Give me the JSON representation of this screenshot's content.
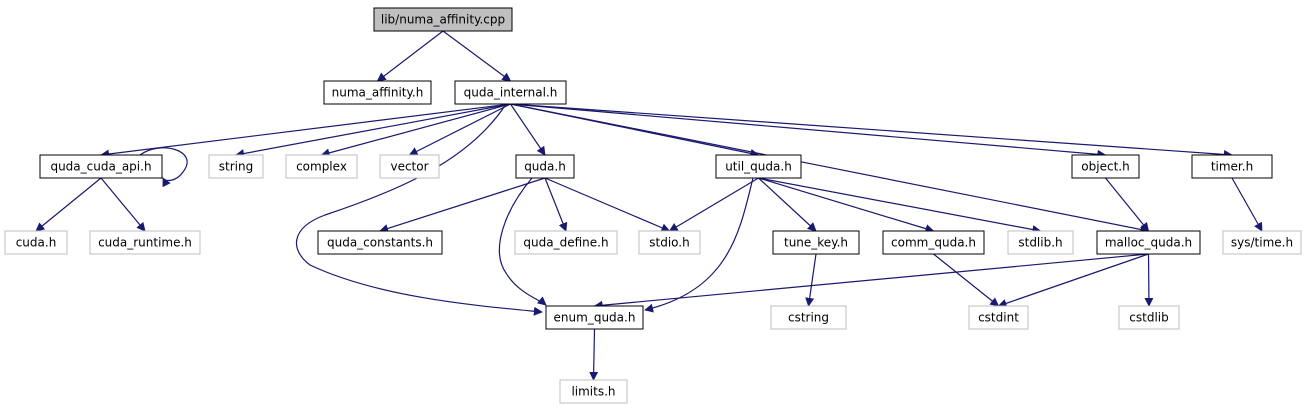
{
  "colors": {
    "edge": "#191970",
    "root_fill": "#bfbfbf",
    "node_border": "#000000",
    "external_border": "#bfbfbf",
    "node_text": "#000000"
  },
  "nodes": [
    {
      "id": "n0",
      "label": "lib/numa_affinity.cpp",
      "kind": "root"
    },
    {
      "id": "n1",
      "label": "numa_affinity.h",
      "kind": "local"
    },
    {
      "id": "n2",
      "label": "quda_internal.h",
      "kind": "local"
    },
    {
      "id": "n3",
      "label": "quda_cuda_api.h",
      "kind": "local"
    },
    {
      "id": "n4",
      "label": "string",
      "kind": "external"
    },
    {
      "id": "n5",
      "label": "complex",
      "kind": "external"
    },
    {
      "id": "n6",
      "label": "vector",
      "kind": "external"
    },
    {
      "id": "n7",
      "label": "quda.h",
      "kind": "local"
    },
    {
      "id": "n8",
      "label": "util_quda.h",
      "kind": "local"
    },
    {
      "id": "n9",
      "label": "object.h",
      "kind": "local"
    },
    {
      "id": "n10",
      "label": "timer.h",
      "kind": "local"
    },
    {
      "id": "n11",
      "label": "cuda.h",
      "kind": "external"
    },
    {
      "id": "n12",
      "label": "cuda_runtime.h",
      "kind": "external"
    },
    {
      "id": "n13",
      "label": "quda_constants.h",
      "kind": "local"
    },
    {
      "id": "n14",
      "label": "quda_define.h",
      "kind": "external"
    },
    {
      "id": "n15",
      "label": "stdio.h",
      "kind": "external"
    },
    {
      "id": "n16",
      "label": "tune_key.h",
      "kind": "local"
    },
    {
      "id": "n17",
      "label": "comm_quda.h",
      "kind": "local"
    },
    {
      "id": "n18",
      "label": "stdlib.h",
      "kind": "external"
    },
    {
      "id": "n19",
      "label": "malloc_quda.h",
      "kind": "local"
    },
    {
      "id": "n20",
      "label": "sys/time.h",
      "kind": "external"
    },
    {
      "id": "n21",
      "label": "enum_quda.h",
      "kind": "local"
    },
    {
      "id": "n22",
      "label": "cstring",
      "kind": "external"
    },
    {
      "id": "n23",
      "label": "cstdint",
      "kind": "external"
    },
    {
      "id": "n24",
      "label": "cstdlib",
      "kind": "external"
    },
    {
      "id": "n25",
      "label": "limits.h",
      "kind": "external"
    }
  ],
  "edges": [
    [
      "n0",
      "n1"
    ],
    [
      "n0",
      "n2"
    ],
    [
      "n2",
      "n3"
    ],
    [
      "n2",
      "n4"
    ],
    [
      "n2",
      "n5"
    ],
    [
      "n2",
      "n6"
    ],
    [
      "n2",
      "n7"
    ],
    [
      "n2",
      "n8"
    ],
    [
      "n2",
      "n9"
    ],
    [
      "n2",
      "n10"
    ],
    [
      "n2",
      "n21"
    ],
    [
      "n2",
      "n19"
    ],
    [
      "n3",
      "n3"
    ],
    [
      "n3",
      "n11"
    ],
    [
      "n3",
      "n12"
    ],
    [
      "n7",
      "n13"
    ],
    [
      "n7",
      "n14"
    ],
    [
      "n7",
      "n15"
    ],
    [
      "n7",
      "n21"
    ],
    [
      "n8",
      "n15"
    ],
    [
      "n8",
      "n16"
    ],
    [
      "n8",
      "n17"
    ],
    [
      "n8",
      "n18"
    ],
    [
      "n8",
      "n21"
    ],
    [
      "n9",
      "n19"
    ],
    [
      "n10",
      "n20"
    ],
    [
      "n16",
      "n22"
    ],
    [
      "n17",
      "n23"
    ],
    [
      "n19",
      "n21"
    ],
    [
      "n19",
      "n23"
    ],
    [
      "n19",
      "n24"
    ],
    [
      "n21",
      "n25"
    ]
  ]
}
